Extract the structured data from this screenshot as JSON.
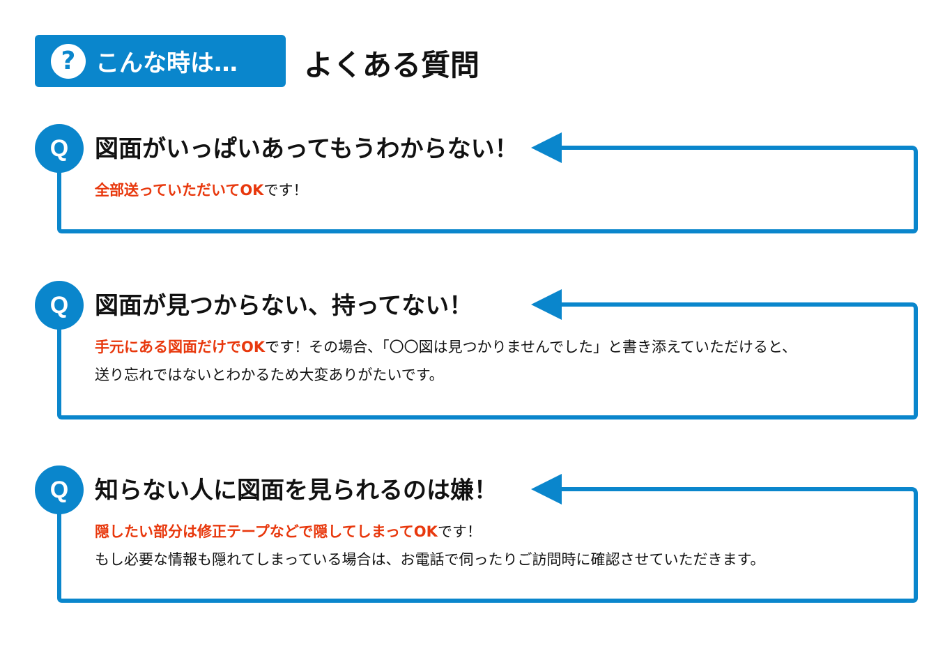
{
  "header": {
    "badge_icon": "question-circle-icon",
    "badge_icon_glyph": "?",
    "badge_label": "こんな時は…",
    "title": "よくある質問"
  },
  "colors": {
    "accent": "#0a86cc",
    "highlight": "#e8380d",
    "text": "#111111"
  },
  "faq": [
    {
      "q_label": "Q",
      "question": "図面がいっぱいあってもうわからない！",
      "answer_lines": [
        {
          "highlight": "全部送っていただいてOK",
          "rest": "です！"
        }
      ]
    },
    {
      "q_label": "Q",
      "question": "図面が見つからない、持ってない！",
      "answer_lines": [
        {
          "highlight": "手元にある図面だけでOK",
          "rest": "です！その場合、「〇〇図は見つかりませんでした」と書き添えていただけると、"
        },
        {
          "highlight": "",
          "rest": "送り忘れではないとわかるため大変ありがたいです。"
        }
      ]
    },
    {
      "q_label": "Q",
      "question": "知らない人に図面を見られるのは嫌！",
      "answer_lines": [
        {
          "highlight": "隠したい部分は修正テープなどで隠してしまってOK",
          "rest": "です！"
        },
        {
          "highlight": "",
          "rest": "もし必要な情報も隠れてしまっている場合は、お電話で伺ったりご訪問時に確認させていただきます。"
        }
      ]
    }
  ]
}
